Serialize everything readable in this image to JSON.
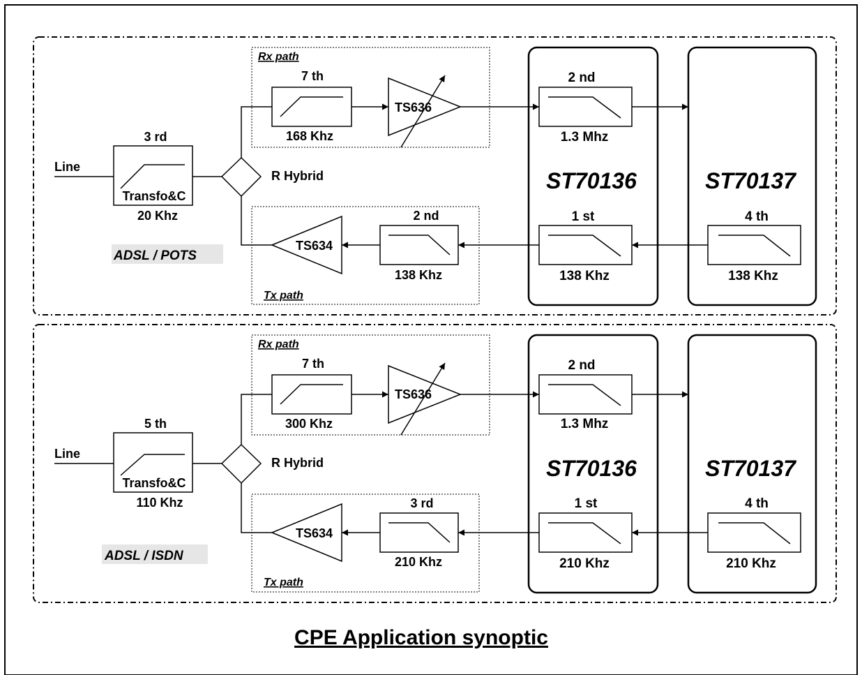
{
  "caption": "CPE Application synoptic",
  "panels": [
    {
      "section_label": "ADSL / POTS",
      "line_label": "Line",
      "line_filter": {
        "order": "3 rd",
        "inner": "Transfo&C",
        "freq": "20 Khz"
      },
      "hybrid_label": "R Hybrid",
      "rx_path": {
        "label": "Rx path",
        "filter_order": "7 th",
        "filter_freq": "168 Khz",
        "amp": "TS636"
      },
      "tx_path": {
        "label": "Tx path",
        "filter_order": "2 nd",
        "filter_freq": "138 Khz",
        "amp": "TS634"
      },
      "chip1": {
        "name": "ST70136",
        "rx_order": "2 nd",
        "rx_freq": "1.3 Mhz",
        "tx_order": "1 st",
        "tx_freq": "138 Khz"
      },
      "chip2": {
        "name": "ST70137",
        "tx_order": "4 th",
        "tx_freq": "138 Khz"
      }
    },
    {
      "section_label": "ADSL / ISDN",
      "line_label": "Line",
      "line_filter": {
        "order": "5 th",
        "inner": "Transfo&C",
        "freq": "110 Khz"
      },
      "hybrid_label": "R Hybrid",
      "rx_path": {
        "label": "Rx path",
        "filter_order": "7 th",
        "filter_freq": "300 Khz",
        "amp": "TS636"
      },
      "tx_path": {
        "label": "Tx path",
        "filter_order": "3 rd",
        "filter_freq": "210 Khz",
        "amp": "TS634"
      },
      "chip1": {
        "name": "ST70136",
        "rx_order": "2 nd",
        "rx_freq": "1.3 Mhz",
        "tx_order": "1 st",
        "tx_freq": "210 Khz"
      },
      "chip2": {
        "name": "ST70137",
        "tx_order": "4 th",
        "tx_freq": "210 Khz"
      }
    }
  ]
}
